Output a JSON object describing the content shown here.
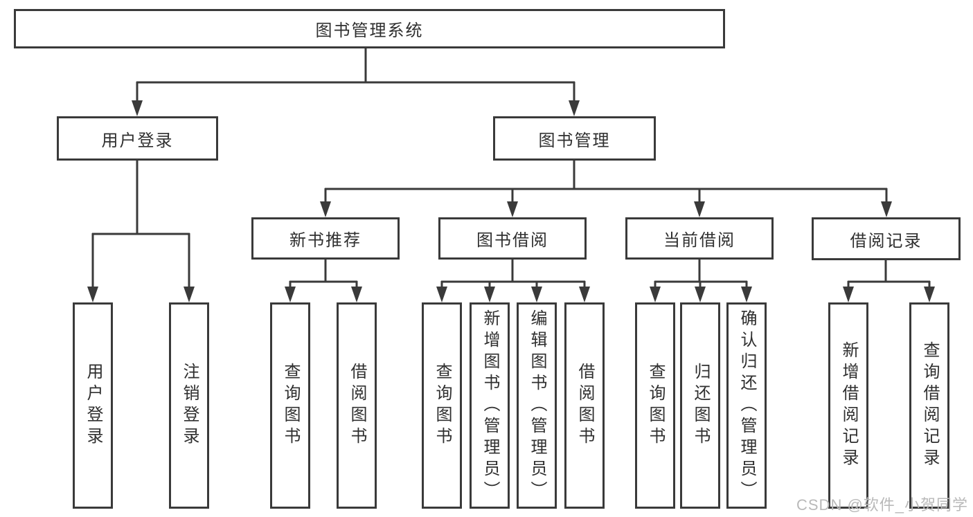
{
  "diagram": {
    "type": "tree",
    "colors": {
      "background": "#ffffff",
      "line": "#3a3a3a",
      "text": "#2f2f2f",
      "watermark": "#b9b9b9"
    },
    "root": {
      "label": "图书管理系统"
    },
    "branches": [
      {
        "label": "用户登录",
        "children": [
          "用户登录",
          "注销登录"
        ]
      },
      {
        "label": "图书管理",
        "sub": [
          {
            "label": "新书推荐",
            "children": [
              "查询图书",
              "借阅图书"
            ]
          },
          {
            "label": "图书借阅",
            "children": [
              "查询图书",
              "新增图书（管理员）",
              "编辑图书（管理员）",
              "借阅图书"
            ]
          },
          {
            "label": "当前借阅",
            "children": [
              "查询图书",
              "归还图书",
              "确认归还（管理员）"
            ]
          },
          {
            "label": "借阅记录",
            "children": [
              "新增借阅记录",
              "查询借阅记录"
            ]
          }
        ]
      }
    ],
    "watermark": {
      "text": "CSDN @软件_小贺同学"
    }
  }
}
